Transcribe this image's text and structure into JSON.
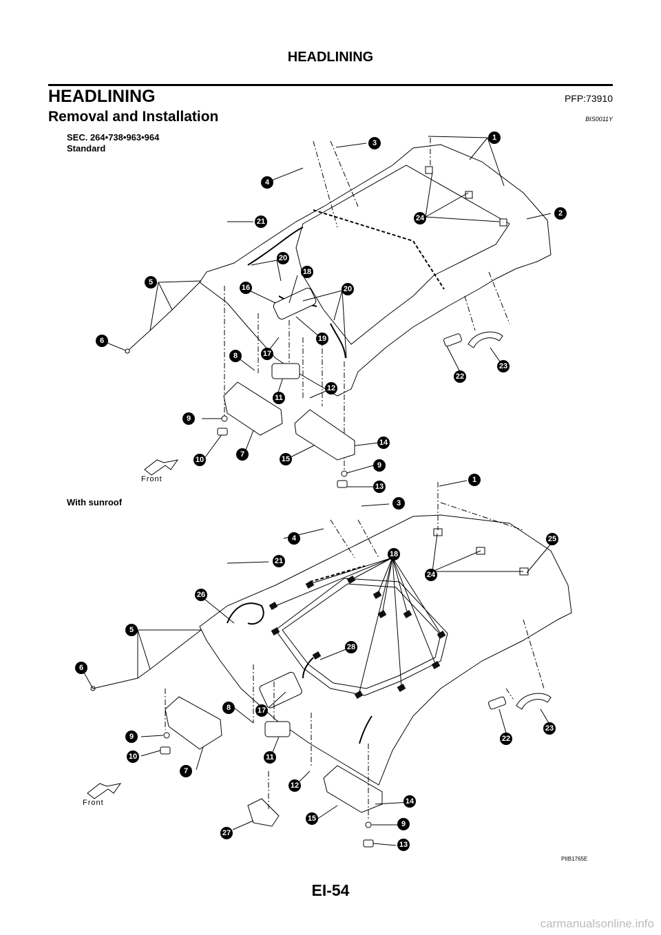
{
  "header": {
    "title": "HEADLINING"
  },
  "section": {
    "title": "HEADLINING",
    "pfp": "PFP:73910"
  },
  "subsection": {
    "title": "Removal and Installation",
    "code": "BIS0011Y"
  },
  "sec_line": "SEC. 264•738•963•964",
  "standard_label": "Standard",
  "sunroof_label": "With sunroof",
  "front_label": "Front",
  "figure_code": "PIIB1765E",
  "footer": {
    "page": "EI-54"
  },
  "watermark": "carmanualsonline.info",
  "callouts": {
    "n1": "1",
    "n2": "2",
    "n3": "3",
    "n4": "4",
    "n5": "5",
    "n6": "6",
    "n7": "7",
    "n8": "8",
    "n9": "9",
    "n10": "10",
    "n11": "11",
    "n12": "12",
    "n13": "13",
    "n14": "14",
    "n15": "15",
    "n16": "16",
    "n17": "17",
    "n18": "18",
    "n19": "19",
    "n20": "20",
    "n21": "21",
    "n22": "22",
    "n23": "23",
    "n24": "24",
    "n25": "25",
    "n26": "26",
    "n27": "27",
    "n28": "28"
  }
}
